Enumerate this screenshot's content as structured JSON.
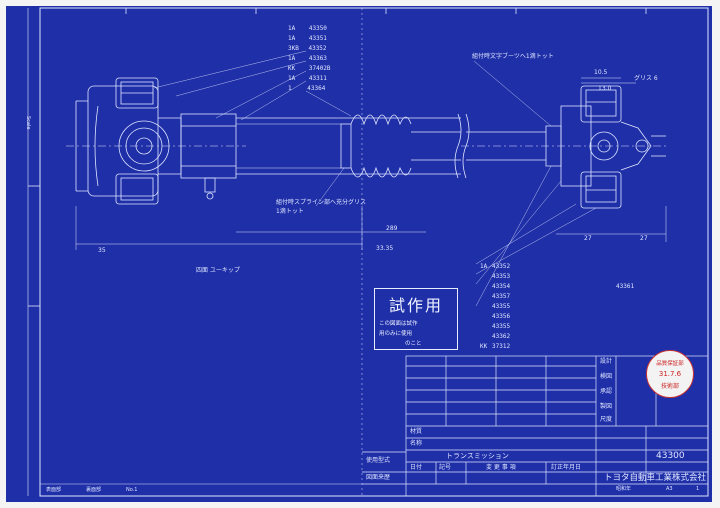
{
  "colors": {
    "paper": "#1f2fa8",
    "lines": "#dfe6ff",
    "stamp_red": "#c22",
    "page": "#f4f4f4"
  },
  "callout_top_left": [
    {
      "code": "1A",
      "part": "43350"
    },
    {
      "code": "1A",
      "part": "43351"
    },
    {
      "code": "3KB",
      "part": "43352"
    },
    {
      "code": "1A",
      "part": "43363"
    },
    {
      "code": "KK",
      "part": "37402B"
    },
    {
      "code": "1A",
      "part": "43311"
    },
    {
      "code": "1",
      "part": "43364"
    }
  ],
  "notes": {
    "top_right": "組付時文字ブーツへ1滴トット",
    "center": "組付時スプライン部へ充分グリス\n1滴トット",
    "bottom_left": "四面 ユーキップ",
    "dim_top_a": "10.5",
    "dim_top_b": "13.0",
    "dim_right": "グリス 6",
    "dim_mid": "289",
    "dim_bottom": "33.35",
    "dim_left": "35",
    "dim_r1": "27",
    "dim_r2": "27"
  },
  "parts_list_center": [
    {
      "code": "1A",
      "part": "43352"
    },
    {
      "code": "",
      "part": "43353"
    },
    {
      "code": "",
      "part": "43354"
    },
    {
      "code": "",
      "part": "43357"
    },
    {
      "code": "",
      "part": "43355"
    },
    {
      "code": "",
      "part": "43356"
    },
    {
      "code": "",
      "part": "43355"
    },
    {
      "code": "",
      "part": "43362"
    },
    {
      "code": "KK",
      "part": "37312"
    }
  ],
  "part_right": "43361",
  "stamp_trial": {
    "title": "試作用",
    "line1": "この図面は試作",
    "line2": "用のみに使用",
    "line3": "のこと"
  },
  "stamp_red": {
    "line1": "品質保証部",
    "line2": "31.7.6",
    "line3": "技術部"
  },
  "title_block": {
    "company": "トヨタ自動車工業株式会社",
    "change_header_a": "記号",
    "change_header_b": "変 更 事 項",
    "change_header_c": "訂正年月日",
    "drawing_no": "43300",
    "material": "材質",
    "name": "名称",
    "name_value": "トランスミッション",
    "design": "設計",
    "check": "検図",
    "approve": "承認",
    "draw": "製図",
    "scale": "尺度",
    "date": "日付",
    "bottom_left_a": "図面来歴",
    "bottom_left_b": "使用型式",
    "bottom_small": "昭和年",
    "sheet_code": "A3",
    "sheet_no": "1"
  },
  "bottom_strip": {
    "a": "表面部",
    "b": "裏面部",
    "c": "No.1"
  },
  "side_note": "Scale"
}
